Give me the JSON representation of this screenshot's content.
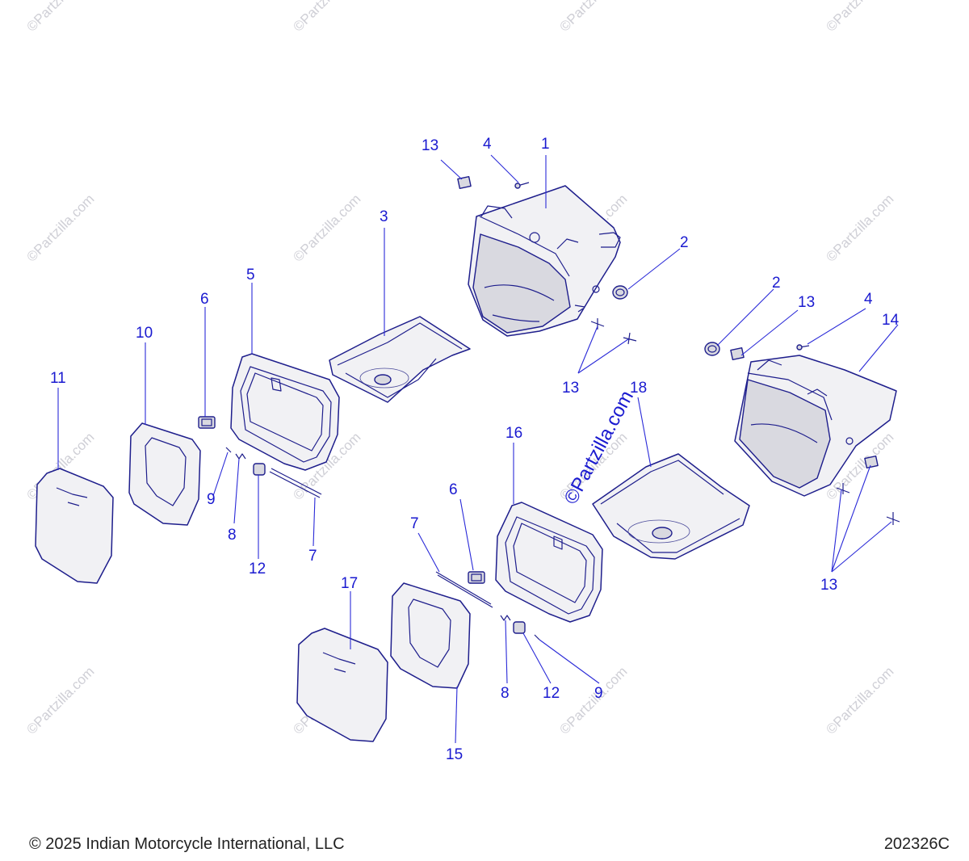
{
  "watermark_text": "©Partzilla.com",
  "callouts": [
    {
      "id": "c1",
      "label": "1"
    },
    {
      "id": "c2a",
      "label": "2"
    },
    {
      "id": "c2b",
      "label": "2"
    },
    {
      "id": "c3",
      "label": "3"
    },
    {
      "id": "c4a",
      "label": "4"
    },
    {
      "id": "c4b",
      "label": "4"
    },
    {
      "id": "c5",
      "label": "5"
    },
    {
      "id": "c6a",
      "label": "6"
    },
    {
      "id": "c6b",
      "label": "6"
    },
    {
      "id": "c7a",
      "label": "7"
    },
    {
      "id": "c7b",
      "label": "7"
    },
    {
      "id": "c8a",
      "label": "8"
    },
    {
      "id": "c8b",
      "label": "8"
    },
    {
      "id": "c9a",
      "label": "9"
    },
    {
      "id": "c9b",
      "label": "9"
    },
    {
      "id": "c10",
      "label": "10"
    },
    {
      "id": "c11",
      "label": "11"
    },
    {
      "id": "c12a",
      "label": "12"
    },
    {
      "id": "c12b",
      "label": "12"
    },
    {
      "id": "c13a",
      "label": "13"
    },
    {
      "id": "c13b",
      "label": "13"
    },
    {
      "id": "c13c",
      "label": "13"
    },
    {
      "id": "c13d",
      "label": "13"
    },
    {
      "id": "c14",
      "label": "14"
    },
    {
      "id": "c15",
      "label": "15"
    },
    {
      "id": "c16",
      "label": "16"
    },
    {
      "id": "c17",
      "label": "17"
    },
    {
      "id": "c18",
      "label": "18"
    }
  ],
  "footer": {
    "copyright": "© 2025 Indian Motorcycle International, LLC",
    "diagram_code": "202326C"
  },
  "colors": {
    "callout": "#1a1ad0",
    "line_art": "#1e1e8c",
    "watermark": "#cfcfd6"
  }
}
